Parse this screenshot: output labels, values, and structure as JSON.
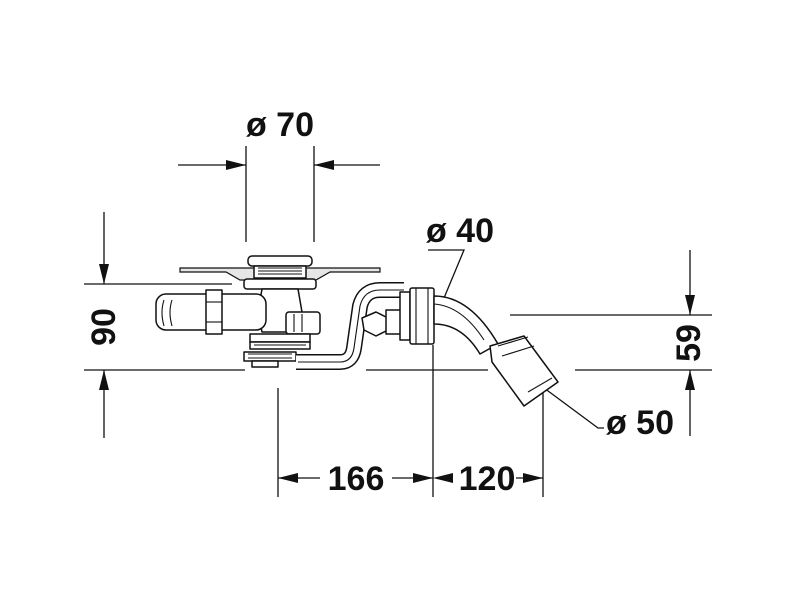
{
  "dimensions": {
    "drain_diameter": "ø 70",
    "inlet_diameter": "ø 40",
    "outlet_diameter": "ø 50",
    "total_height": "90",
    "outlet_height": "59",
    "horizontal_distance_1": "166",
    "horizontal_distance_2": "120"
  }
}
